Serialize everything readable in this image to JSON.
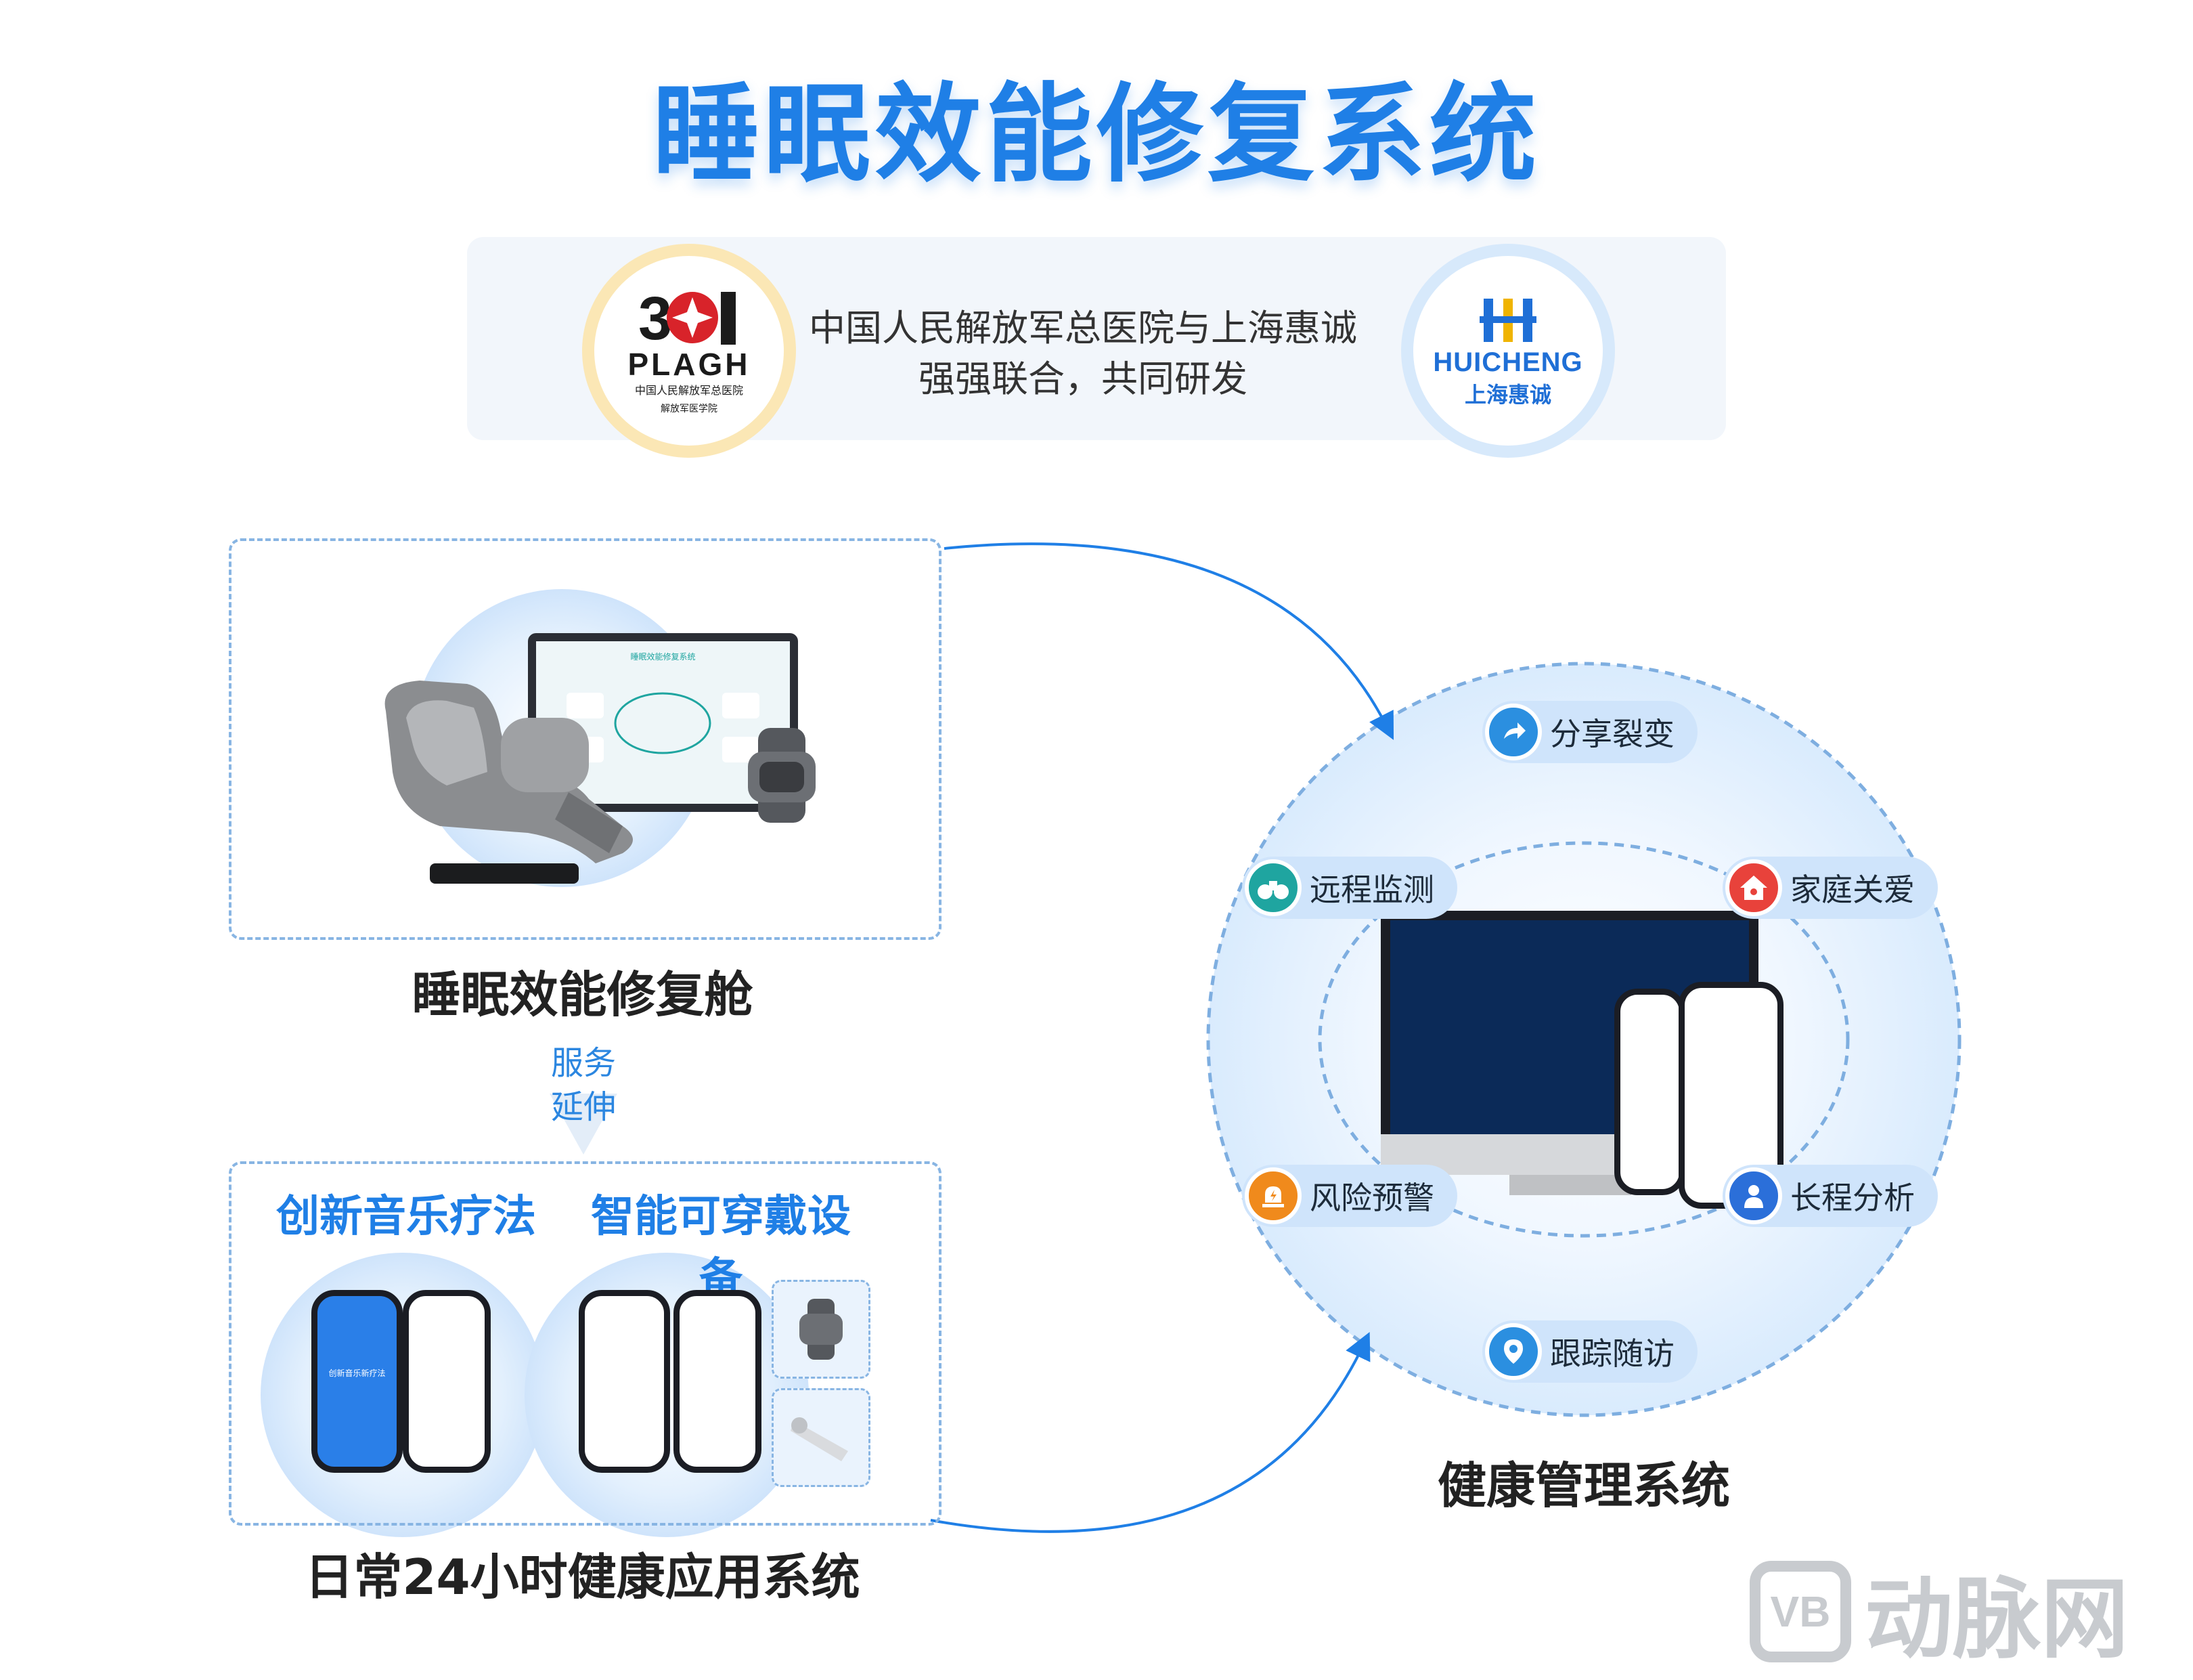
{
  "title": "睡眠效能修复系统",
  "partners": {
    "left_logo": {
      "icon": "plagh-301-logo",
      "text_large": "PLAGH",
      "text_cn": "中国人民解放军总医院",
      "text_sub": "解放军医学院",
      "brand_color": "#d8232a"
    },
    "right_logo": {
      "icon": "huicheng-logo",
      "text_en": "HUICHENG",
      "text_cn": "上海惠诚",
      "brand_color": "#1f6fd6"
    },
    "line1": "中国人民解放军总医院与上海惠诚",
    "line2": "强强联合，共同研发"
  },
  "cabin": {
    "label": "睡眠效能修复舱",
    "screen_title": "睡眠效能修复系统"
  },
  "service_extend": {
    "line1": "服务",
    "line2": "延伸"
  },
  "daily": {
    "label": "日常24小时健康应用系统",
    "music_title": "创新音乐疗法",
    "music_app_text": "创新音乐新疗法",
    "wearable_title": "智能可穿戴设备"
  },
  "health": {
    "label": "健康管理系统",
    "features": [
      {
        "label": "分享裂变",
        "icon": "share-arrow-icon",
        "color": "#2b8fe0"
      },
      {
        "label": "远程监测",
        "icon": "binoculars-icon",
        "color": "#1fa5a0"
      },
      {
        "label": "家庭关爱",
        "icon": "family-house-icon",
        "color": "#e8423b"
      },
      {
        "label": "风险预警",
        "icon": "warning-siren-icon",
        "color": "#f08a1c"
      },
      {
        "label": "长程分析",
        "icon": "analytics-person-icon",
        "color": "#2b6fd9"
      },
      {
        "label": "跟踪随访",
        "icon": "location-pin-icon",
        "color": "#2b8fe0"
      }
    ]
  },
  "watermark": {
    "text": "动脉网",
    "icon": "vb-logo-icon"
  },
  "colors": {
    "accent": "#1f7fe6",
    "panel_border": "#88b5e3",
    "pill": "#cfe4fb"
  }
}
